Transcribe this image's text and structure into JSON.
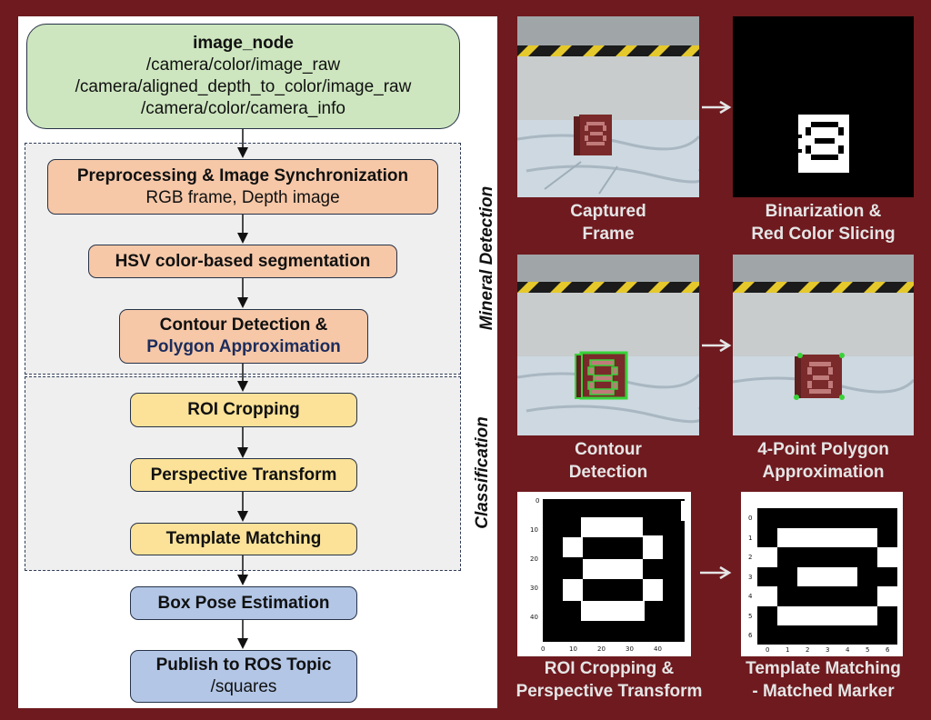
{
  "pipeline": {
    "image_node": {
      "title": "image_node",
      "lines": [
        "/camera/color/image_raw",
        "/camera/aligned_depth_to_color/image_raw",
        "/camera/color/camera_info"
      ]
    },
    "preprocessing": {
      "title": "Preprocessing & Image Synchronization",
      "sub": "RGB frame, Depth image"
    },
    "hsv": {
      "title": "HSV color-based segmentation"
    },
    "contour": {
      "title": "Contour Detection &",
      "sub": "Polygon Approximation"
    },
    "roi": {
      "title": "ROI Cropping"
    },
    "perspective": {
      "title": "Perspective Transform"
    },
    "template": {
      "title": "Template Matching"
    },
    "pose": {
      "title": "Box Pose Estimation"
    },
    "publish": {
      "title": "Publish to ROS Topic",
      "sub": "/squares"
    },
    "groups": {
      "mineral": "Mineral Detection",
      "classification": "Classification"
    }
  },
  "gallery": {
    "captured": [
      "Captured",
      "Frame"
    ],
    "binarization": [
      "Binarization &",
      "Red Color Slicing"
    ],
    "contour": [
      "Contour",
      "Detection"
    ],
    "polygon": [
      "4-Point Polygon",
      "Approximation"
    ],
    "roi": [
      "ROI Cropping &",
      "Perspective Transform"
    ],
    "matched": [
      "Template Matching",
      "- Matched Marker"
    ]
  },
  "roi_plot": {
    "x_ticks": [
      "0",
      "10",
      "20",
      "30",
      "40"
    ],
    "y_ticks": [
      "0",
      "10",
      "20",
      "30",
      "40"
    ]
  },
  "template_plot": {
    "x_ticks": [
      "0",
      "1",
      "2",
      "3",
      "4",
      "5",
      "6"
    ],
    "y_ticks": [
      "0",
      "1",
      "2",
      "3",
      "4",
      "5",
      "6"
    ]
  },
  "colors": {
    "background": "#6e1a1f",
    "green": "#cde6bf",
    "salmon": "#f6c8a8",
    "yellow": "#fbe298",
    "blue": "#b3c6e6"
  }
}
